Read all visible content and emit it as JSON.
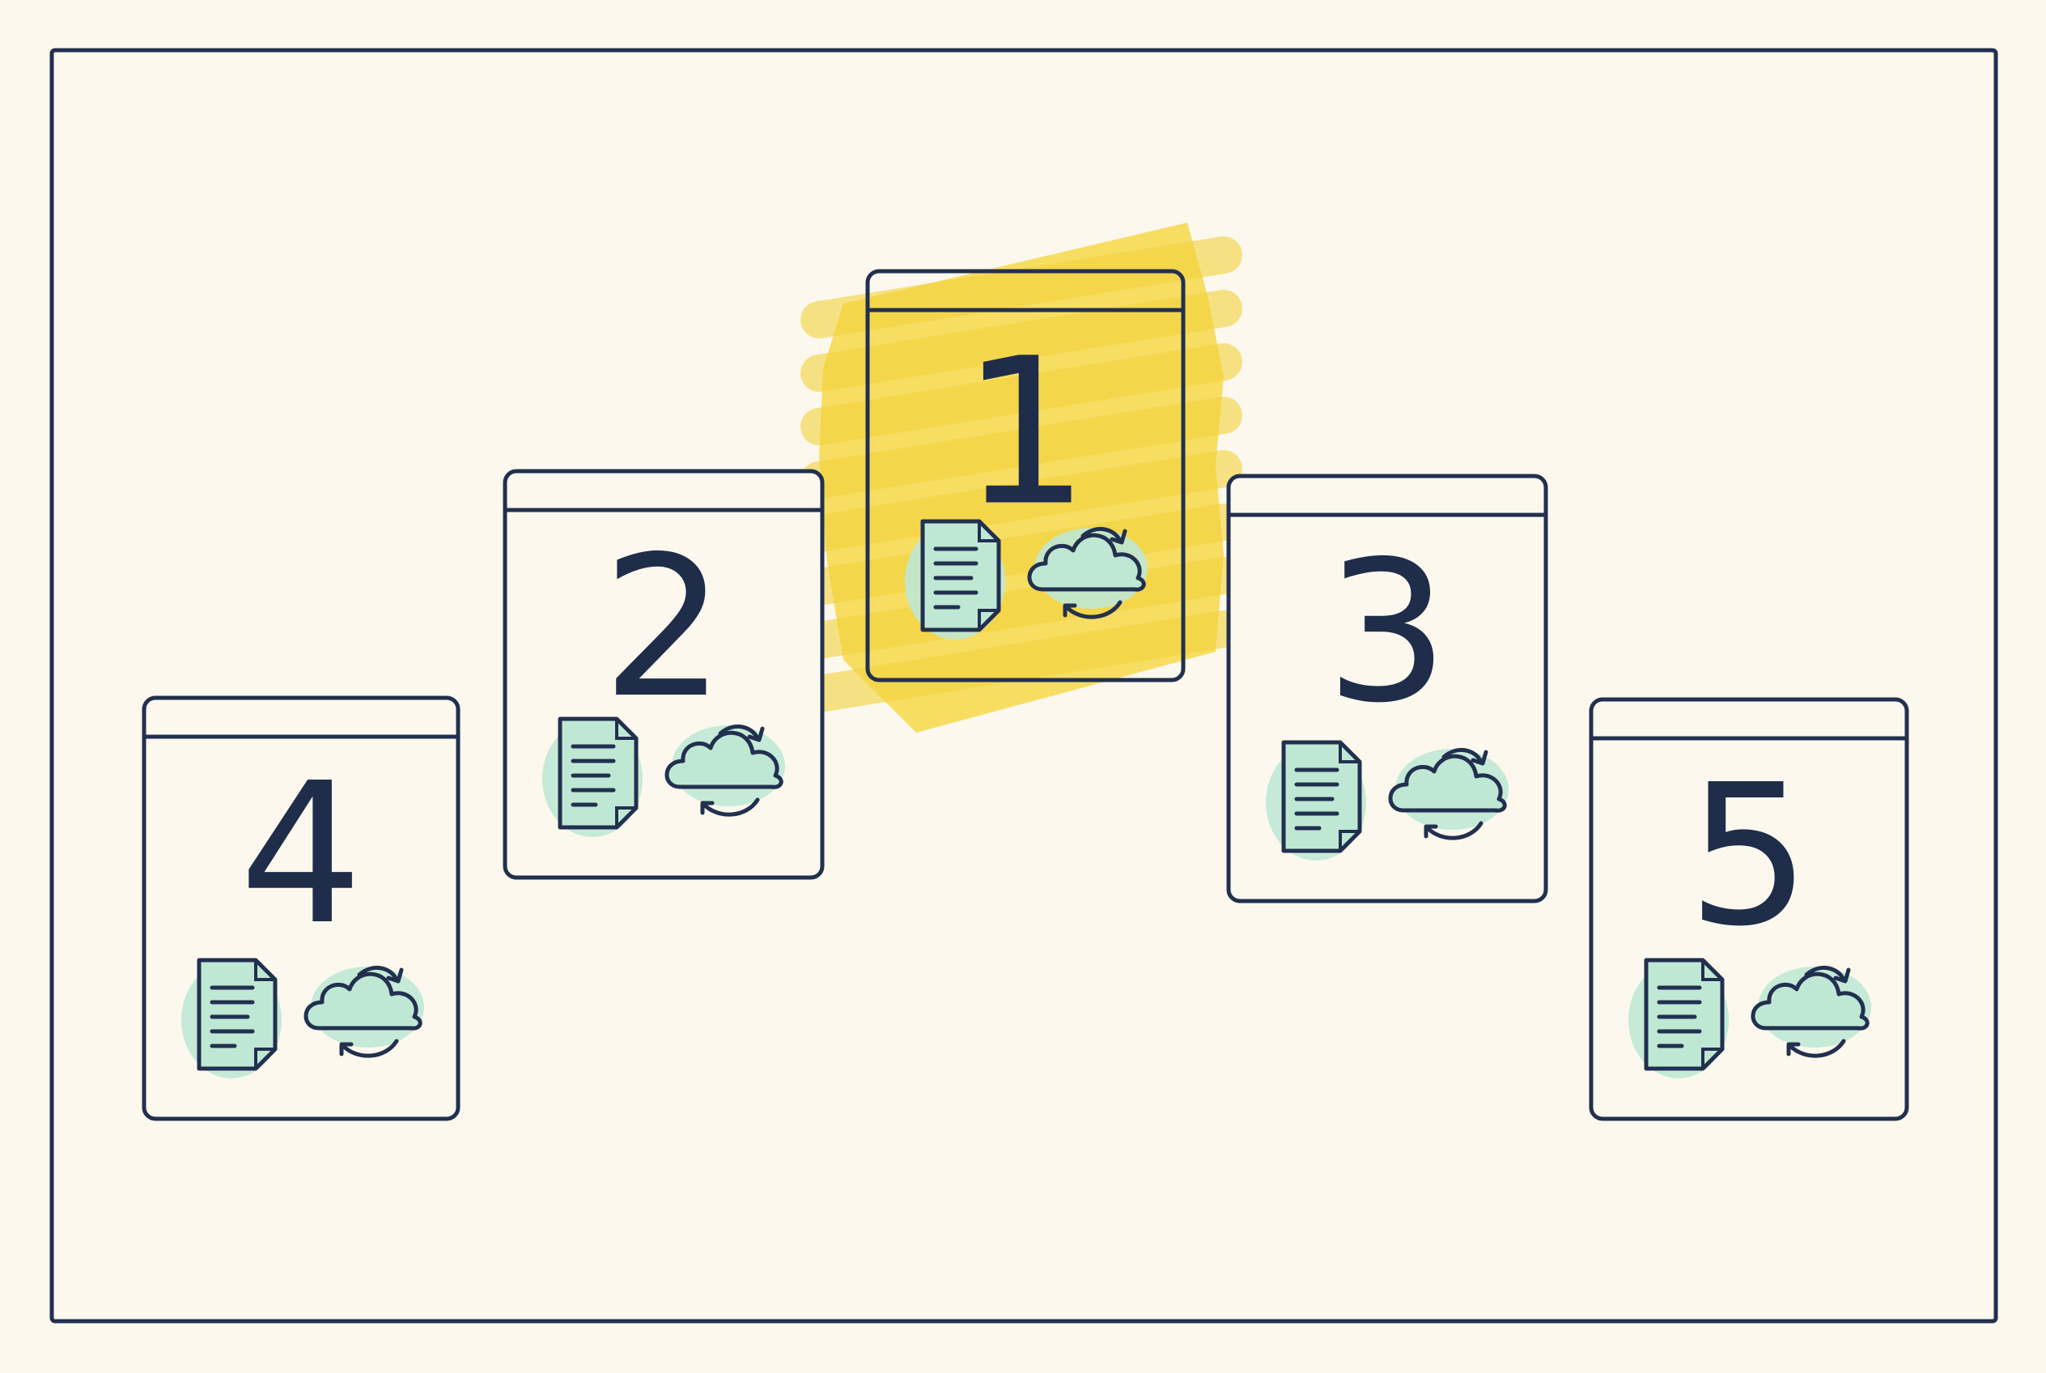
{
  "colors": {
    "background": "#fcf8ee",
    "ink": "#22304f",
    "highlight": "#f6d94a",
    "icon_fill": "#bfe8d4"
  },
  "cards": [
    {
      "rank": "1",
      "highlighted": true,
      "icons": [
        "document-icon",
        "cloud-sync-icon"
      ]
    },
    {
      "rank": "2",
      "highlighted": false,
      "icons": [
        "document-icon",
        "cloud-sync-icon"
      ]
    },
    {
      "rank": "3",
      "highlighted": false,
      "icons": [
        "document-icon",
        "cloud-sync-icon"
      ]
    },
    {
      "rank": "4",
      "highlighted": false,
      "icons": [
        "document-icon",
        "cloud-sync-icon"
      ]
    },
    {
      "rank": "5",
      "highlighted": false,
      "icons": [
        "document-icon",
        "cloud-sync-icon"
      ]
    }
  ]
}
